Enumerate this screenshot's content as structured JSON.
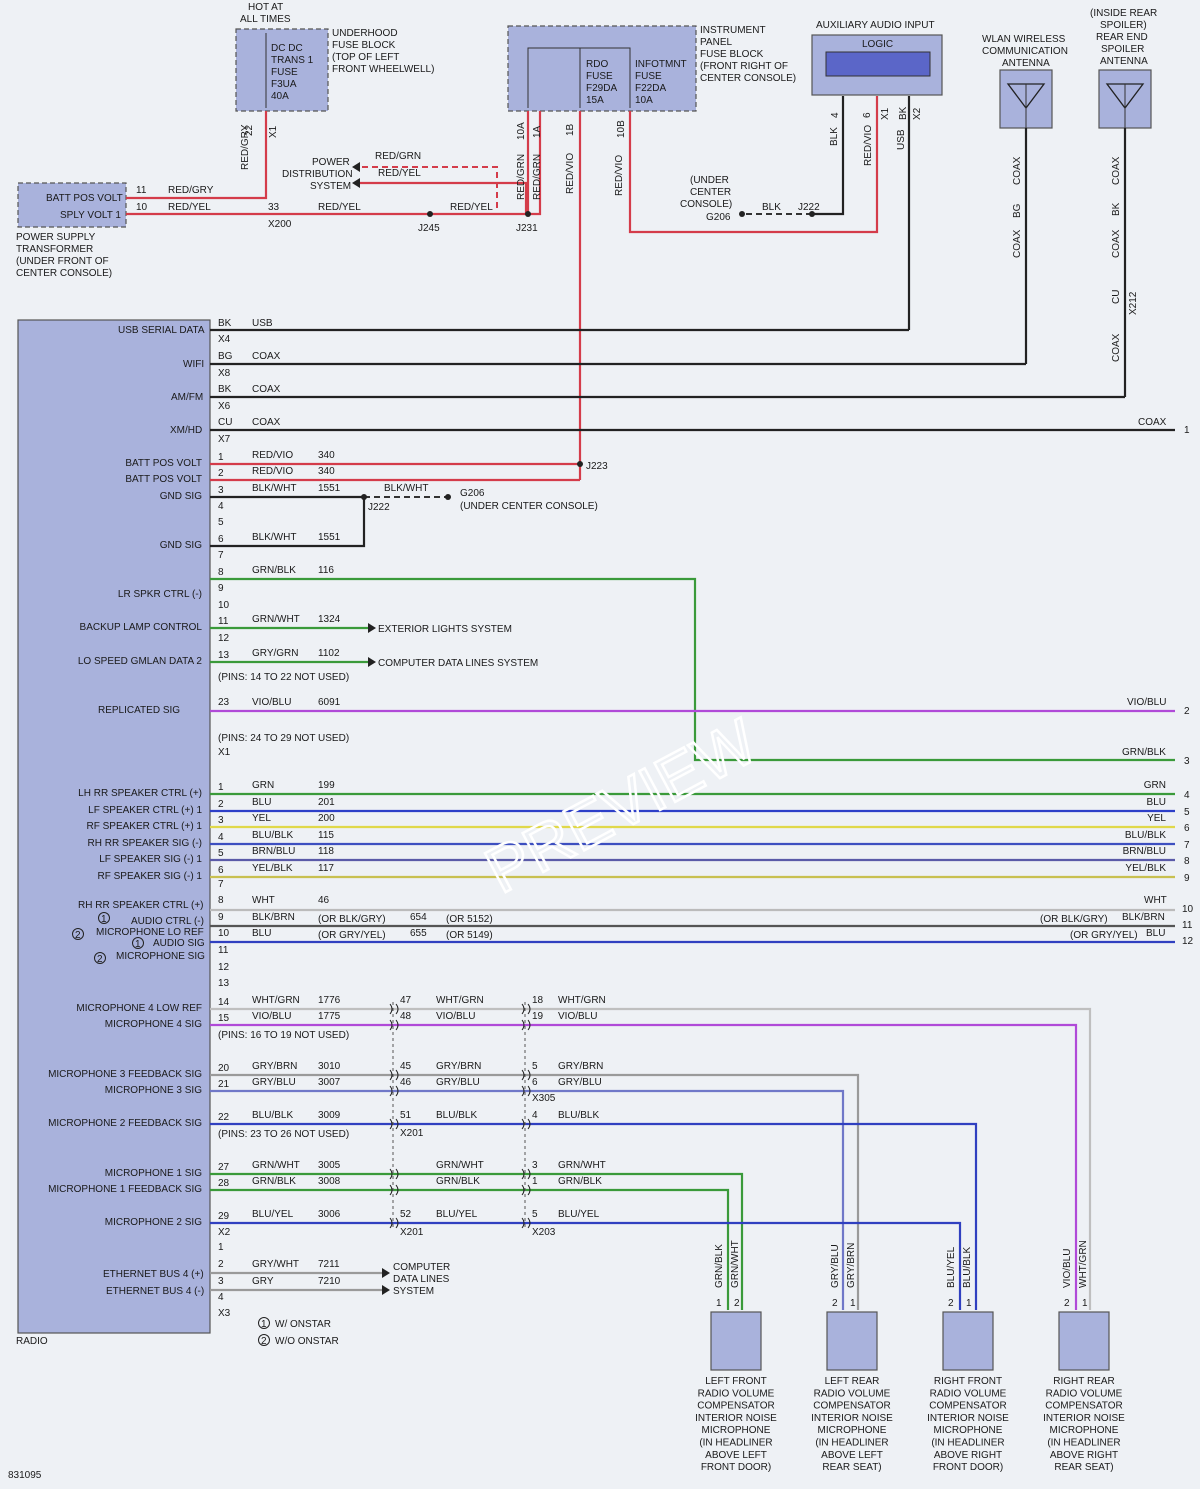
{
  "title_block": {
    "hot_at": [
      "HOT AT",
      "ALL TIMES"
    ],
    "underhood": [
      "UNDERHOOD",
      "FUSE BLOCK",
      "(TOP OF LEFT",
      "FRONT WHEELWELL)"
    ],
    "underhood_fuse": [
      "DC DC",
      "TRANS 1",
      "FUSE",
      "F3UA",
      "40A"
    ],
    "ipfb": [
      "INSTRUMENT",
      "PANEL",
      "FUSE BLOCK",
      "(FRONT RIGHT OF",
      "CENTER CONSOLE)"
    ],
    "rdo_fuse": [
      "RDO",
      "FUSE",
      "F29DA",
      "15A"
    ],
    "info_fuse": [
      "INFOTMNT",
      "FUSE",
      "F22DA",
      "10A"
    ],
    "aux_title": "AUXILIARY AUDIO INPUT",
    "aux_logic": "LOGIC",
    "wlan": [
      "WLAN WIRELESS",
      "COMMUNICATION",
      "ANTENNA"
    ],
    "spoiler": [
      "(INSIDE REAR",
      "SPOILER)",
      "REAR END",
      "SPOILER",
      "ANTENNA"
    ],
    "pst": [
      "POWER SUPPLY",
      "TRANSFORMER",
      "(UNDER FRONT OF",
      "CENTER CONSOLE)"
    ],
    "pst_pins": [
      "BATT POS VOLT",
      "SPLY VOLT 1"
    ],
    "power_dist": [
      "POWER",
      "DISTRIBUTION",
      "SYSTEM"
    ],
    "under_console": [
      "(UNDER",
      "CENTER",
      "CONSOLE)"
    ],
    "g206_top": "G206",
    "g206_mid": [
      "G206",
      "(UNDER CENTER CONSOLE)"
    ],
    "radio": "RADIO",
    "doc_id": "831095",
    "watermark": "PREVIEW"
  },
  "top_wires": {
    "underhood_pin": "22",
    "underhood_conn": "X1",
    "underhood_color": "RED/GRY",
    "pst_pin1": "11",
    "pst_pin1_color": "RED/GRY",
    "pst_pin2": "10",
    "pst_pin2_color": "RED/YEL",
    "x200_pin": "33",
    "x200": "X200",
    "x200_color": "RED/YEL",
    "j245": "J245",
    "j245_out_color": "RED/YEL",
    "pd_color1": "RED/GRN",
    "pd_color2": "RED/YEL",
    "ipfb_pins": [
      "10A",
      "1A",
      "1B",
      "10B"
    ],
    "ipfb_colors": [
      "RED/GRN",
      "RED/GRN",
      "RED/VIO",
      "RED/VIO"
    ],
    "j231": "J231",
    "j222_top": "J222",
    "blk": "BLK",
    "aux_pins": [
      "4",
      "6",
      "X1",
      "BK",
      "X2"
    ],
    "aux_colors": [
      "BLK",
      "RED/VIO",
      "USB"
    ],
    "coax": "COAX",
    "bg": "BG",
    "bk": "BK",
    "cu": "CU",
    "x212": "X212"
  },
  "radio_pins": [
    {
      "label": "USB SERIAL DATA",
      "pin": "BK",
      "color": "USB",
      "conn": "X4"
    },
    {
      "label": "WIFI",
      "pin": "BG",
      "color": "COAX",
      "conn": "X8"
    },
    {
      "label": "AM/FM",
      "pin": "BK",
      "color": "COAX",
      "conn": "X6"
    },
    {
      "label": "XM/HD",
      "pin": "CU",
      "color": "COAX",
      "conn": "X7",
      "right": "COAX",
      "ref": "1"
    }
  ],
  "x1_pins": [
    {
      "label": "BATT POS VOLT",
      "pin": "1",
      "color": "RED/VIO",
      "circuit": "340"
    },
    {
      "label": "BATT POS VOLT",
      "pin": "2",
      "color": "RED/VIO",
      "circuit": "340"
    },
    {
      "label": "GND SIG",
      "pin": "3",
      "color": "BLK/WHT",
      "circuit": "1551"
    },
    {
      "label": "",
      "pin": "4"
    },
    {
      "label": "",
      "pin": "5"
    },
    {
      "label": "GND SIG",
      "pin": "6",
      "color": "BLK/WHT",
      "circuit": "1551"
    },
    {
      "label": "",
      "pin": "7"
    },
    {
      "label": "",
      "pin": "8",
      "color": "GRN/BLK",
      "circuit": "116"
    },
    {
      "label": "LR SPKR CTRL (-)",
      "pin": "9"
    },
    {
      "label": "",
      "pin": "10"
    },
    {
      "label": "BACKUP LAMP CONTROL",
      "pin": "11",
      "color": "GRN/WHT",
      "circuit": "1324",
      "dest": "EXTERIOR LIGHTS SYSTEM"
    },
    {
      "label": "",
      "pin": "12"
    },
    {
      "label": "LO SPEED GMLAN DATA 2",
      "pin": "13",
      "color": "GRY/GRN",
      "circuit": "1102",
      "dest": "COMPUTER DATA LINES SYSTEM"
    }
  ],
  "x1_notes": {
    "pins_14_22": "(PINS: 14 TO 22 NOT USED)",
    "pins_24_29": "(PINS: 24 TO 29 NOT USED)",
    "j223": "J223",
    "j222": "J222",
    "blkwht": "BLK/WHT",
    "x1": "X1"
  },
  "replicated": {
    "label": "REPLICATED SIG",
    "pin": "23",
    "color": "VIO/BLU",
    "circuit": "6091",
    "right": "VIO/BLU",
    "ref": "2"
  },
  "lr_right": {
    "color": "GRN/BLK",
    "ref": "3"
  },
  "speakers": [
    {
      "label": "LH RR SPEAKER CTRL (+)",
      "pin": "1",
      "color": "GRN",
      "circuit": "199",
      "right": "GRN",
      "ref": "4",
      "hex": "#3a9a3a"
    },
    {
      "label": "LF SPEAKER CTRL (+) 1",
      "pin": "2",
      "color": "BLU",
      "circuit": "201",
      "right": "BLU",
      "ref": "5",
      "hex": "#2d3fc8"
    },
    {
      "label": "RF SPEAKER CTRL (+) 1",
      "pin": "3",
      "color": "YEL",
      "circuit": "200",
      "right": "YEL",
      "ref": "6",
      "hex": "#e0d84a"
    },
    {
      "label": "RH RR SPEAKER SIG (-)",
      "pin": "4",
      "color": "BLU/BLK",
      "circuit": "115",
      "right": "BLU/BLK",
      "ref": "7",
      "hex": "#3d4fc0"
    },
    {
      "label": "LF SPEAKER SIG (-) 1",
      "pin": "5",
      "color": "BRN/BLU",
      "circuit": "118",
      "right": "BRN/BLU",
      "ref": "8",
      "hex": "#5a5aa8"
    },
    {
      "label": "RF SPEAKER SIG (-) 1",
      "pin": "6",
      "color": "YEL/BLK",
      "circuit": "117",
      "right": "YEL/BLK",
      "ref": "9",
      "hex": "#c8c050"
    }
  ],
  "audio": {
    "pin7": "7",
    "rh_rr": "RH RR SPEAKER CTRL (+)",
    "pin8": "8",
    "wht": "WHT",
    "c46": "46",
    "ref10": "10",
    "audio_ctrl": "AUDIO CTRL (-)",
    "mic_lo_ref": "MICROPHONE LO REF",
    "pin9": "9",
    "blkbrn": "BLK/BRN",
    "or_blkgry": "(OR BLK/GRY)",
    "c654": "654",
    "or5152": "(OR 5152)",
    "ref11": "11",
    "audio_sig": "AUDIO SIG",
    "mic_sig": "MICROPHONE SIG",
    "pin10": "10",
    "blu": "BLU",
    "or_gryyel": "(OR GRY/YEL)",
    "c655": "655",
    "or5149": "(OR 5149)",
    "ref12": "12",
    "pins_empty": [
      "11",
      "12",
      "13"
    ],
    "n1": "1",
    "n2": "2"
  },
  "mics": {
    "rows": [
      {
        "label": "MICROPHONE 4 LOW REF",
        "pin": "14",
        "color": "WHT/GRN",
        "circuit": "1776",
        "p2": "47",
        "c2": "WHT/GRN",
        "p3": "18",
        "c3": "WHT/GRN"
      },
      {
        "label": "MICROPHONE 4 SIG",
        "pin": "15",
        "color": "VIO/BLU",
        "circuit": "1775",
        "p2": "48",
        "c2": "VIO/BLU",
        "p3": "19",
        "c3": "VIO/BLU"
      },
      {
        "label": "MICROPHONE 3 FEEDBACK SIG",
        "pin": "20",
        "color": "GRY/BRN",
        "circuit": "3010",
        "p2": "45",
        "c2": "GRY/BRN",
        "p3": "5",
        "c3": "GRY/BRN"
      },
      {
        "label": "MICROPHONE 3 SIG",
        "pin": "21",
        "color": "GRY/BLU",
        "circuit": "3007",
        "p2": "46",
        "c2": "GRY/BLU",
        "p3": "6",
        "c3": "GRY/BLU"
      },
      {
        "label": "MICROPHONE 2 FEEDBACK SIG",
        "pin": "22",
        "color": "BLU/BLK",
        "circuit": "3009",
        "p2": "51",
        "c2": "BLU/BLK",
        "p3": "4",
        "c3": "BLU/BLK"
      },
      {
        "label": "MICROPHONE 1 SIG",
        "pin": "27",
        "color": "GRN/WHT",
        "circuit": "3005",
        "p2": "",
        "c2": "GRN/WHT",
        "p3": "3",
        "c3": "GRN/WHT"
      },
      {
        "label": "MICROPHONE 1 FEEDBACK SIG",
        "pin": "28",
        "color": "GRN/BLK",
        "circuit": "3008",
        "p2": "",
        "c2": "GRN/BLK",
        "p3": "1",
        "c3": "GRN/BLK"
      },
      {
        "label": "MICROPHONE 2 SIG",
        "pin": "29",
        "color": "BLU/YEL",
        "circuit": "3006",
        "p2": "52",
        "c2": "BLU/YEL",
        "p3": "5",
        "c3": "BLU/YEL"
      }
    ],
    "pins_16_19": "(PINS: 16 TO 19 NOT USED)",
    "pins_23_26": "(PINS: 23 TO 26 NOT USED)",
    "x305": "X305",
    "x201": "X201",
    "x203": "X203",
    "x2": "X2"
  },
  "ethernet": {
    "pins": [
      {
        "pin": "1"
      },
      {
        "label": "ETHERNET BUS 4 (+)",
        "pin": "2",
        "color": "GRY/WHT",
        "circuit": "7211"
      },
      {
        "label": "ETHERNET BUS 4 (-)",
        "pin": "3",
        "color": "GRY",
        "circuit": "7210"
      },
      {
        "pin": "4"
      }
    ],
    "dest": [
      "COMPUTER",
      "DATA LINES",
      "SYSTEM"
    ],
    "x3": "X3",
    "legend1": "W/ ONSTAR",
    "legend2": "W/O ONSTAR"
  },
  "mic_units": [
    {
      "wire1": "GRN/BLK",
      "wire2": "GRN/WHT",
      "pin1": "1",
      "pin2": "2",
      "name": [
        "LEFT FRONT",
        "RADIO VOLUME",
        "COMPENSATOR",
        "INTERIOR NOISE",
        "MICROPHONE",
        "(IN HEADLINER",
        "ABOVE LEFT",
        "FRONT DOOR)"
      ]
    },
    {
      "wire1": "GRY/BLU",
      "wire2": "GRY/BRN",
      "pin1": "2",
      "pin2": "1",
      "name": [
        "LEFT REAR",
        "RADIO VOLUME",
        "COMPENSATOR",
        "INTERIOR NOISE",
        "MICROPHONE",
        "(IN HEADLINER",
        "ABOVE LEFT",
        "REAR SEAT)"
      ]
    },
    {
      "wire1": "BLU/YEL",
      "wire2": "BLU/BLK",
      "pin1": "2",
      "pin2": "1",
      "name": [
        "RIGHT FRONT",
        "RADIO VOLUME",
        "COMPENSATOR",
        "INTERIOR NOISE",
        "MICROPHONE",
        "(IN HEADLINER",
        "ABOVE RIGHT",
        "FRONT DOOR)"
      ]
    },
    {
      "wire1": "VIO/BLU",
      "wire2": "WHT/GRN",
      "pin1": "2",
      "pin2": "1",
      "name": [
        "RIGHT REAR",
        "RADIO VOLUME",
        "COMPENSATOR",
        "INTERIOR NOISE",
        "MICROPHONE",
        "(IN HEADLINER",
        "ABOVE RIGHT",
        "REAR SEAT)"
      ]
    }
  ],
  "colors": {
    "red": "#d43c4a",
    "green": "#3a9a3a",
    "violet": "#b04ad8",
    "gray": "#9a9a9a",
    "blue": "#3040c0",
    "black": "#222222"
  }
}
